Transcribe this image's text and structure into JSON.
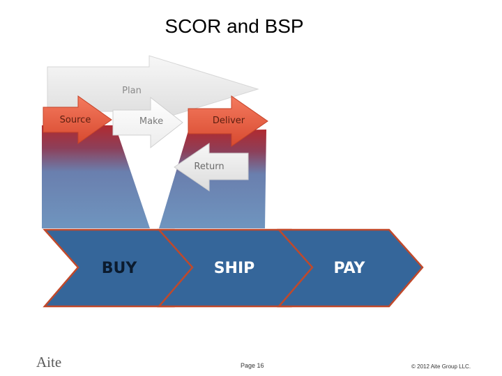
{
  "slide": {
    "title": "SCOR and BSP"
  },
  "scor": {
    "plan": "Plan",
    "source": "Source",
    "make": "Make",
    "deliver": "Deliver",
    "return": "Return"
  },
  "bsp": {
    "phases": [
      "BUY",
      "SHIP",
      "PAY"
    ]
  },
  "footer": {
    "logo": "Aite",
    "page": "Page 16",
    "copyright": "© 2012 Aite Group LLC."
  },
  "colors": {
    "phase_fill": "#35669a",
    "phase_border": "#c0492b",
    "accent_red": "#e0523a",
    "funnel_top": "#a8252d",
    "funnel_bottom": "#6f95bf",
    "gray_arrow": "#e9e9e9"
  }
}
